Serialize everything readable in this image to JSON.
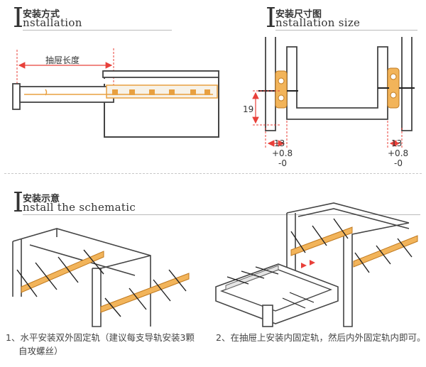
{
  "sections": {
    "installation": {
      "title_zh": "安装方式",
      "title_en": "nstallation",
      "label_drawer_length": "抽屉长度"
    },
    "size": {
      "title_zh": "安装尺寸图",
      "title_en": "nstallation size",
      "dim_19": "19",
      "dim_13": "13",
      "tol_plus": "+0.8",
      "tol_minus": "-0"
    },
    "schematic": {
      "title_zh": "安装示意",
      "title_en": "nstall the schematic",
      "caption_1_line1": "1、水平安装双外固定轨（建议每支导轨安装3颗",
      "caption_1_line2": "自攻螺丝）",
      "caption_2": "2、在抽屉上安装内固定轨，然后内外固定轨内即可。"
    }
  },
  "header_letter": "I",
  "colors": {
    "accent": "#e8403a",
    "rail": "#f0a040",
    "line": "#444444"
  }
}
